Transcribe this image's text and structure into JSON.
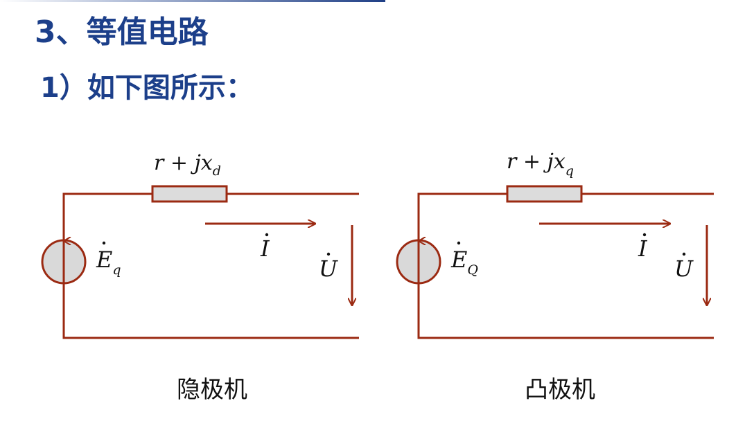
{
  "slide": {
    "title": "3、等值电路",
    "subtitle": "1）如下图所示："
  },
  "colors": {
    "title": "#1c3f8a",
    "wire": "#9b2a12",
    "resistor_fill": "#dcdcdc",
    "source_fill": "#d9d9d9",
    "text": "#111111"
  },
  "circuits": [
    {
      "impedance": {
        "base": "r + jx",
        "sub": "d"
      },
      "emf": {
        "base": "E",
        "sub": "q"
      },
      "current": "I",
      "voltage": "U",
      "caption": "隐极机"
    },
    {
      "impedance": {
        "base": "r + jx",
        "sub": "q"
      },
      "emf": {
        "base": "E",
        "sub": "Q"
      },
      "current": "I",
      "voltage": "U",
      "caption": "凸极机"
    }
  ]
}
